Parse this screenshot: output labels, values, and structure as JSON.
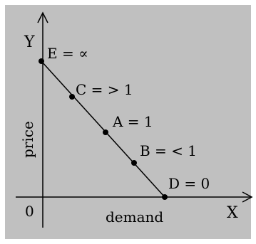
{
  "diagram": {
    "y_axis_letter": "Y",
    "x_axis_letter": "X",
    "origin_label": "0",
    "y_axis_title": "price",
    "x_axis_title": "demand",
    "points": [
      {
        "id": "E",
        "label": "E = ∝"
      },
      {
        "id": "C",
        "label": "C = > 1"
      },
      {
        "id": "A",
        "label": "A = 1"
      },
      {
        "id": "B",
        "label": "B = < 1"
      },
      {
        "id": "D",
        "label": "D = 0"
      }
    ]
  },
  "colors": {
    "background": "#c0c0c0",
    "ink": "#000000"
  }
}
